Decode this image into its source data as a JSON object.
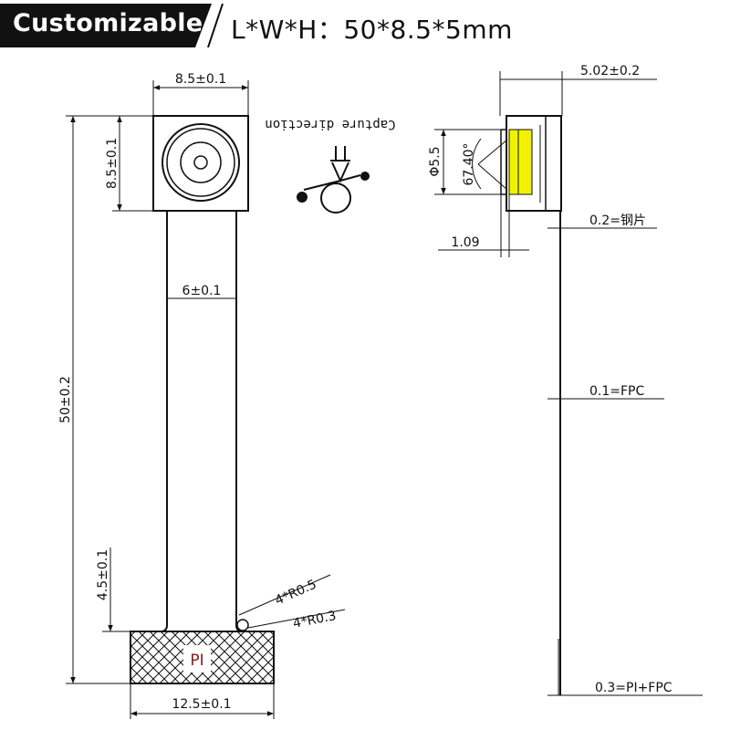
{
  "header": {
    "badge": "Customizable",
    "dimensions": "L*W*H：50*8.5*5mm"
  },
  "front_view": {
    "module_width": "8.5±0.1",
    "module_height": "8.5±0.1",
    "total_length": "50±0.2",
    "fpc_width": "6±0.1",
    "connector_height": "4.5±0.1",
    "connector_width": "12.5±0.1",
    "radius_outer": "4*R0.5",
    "radius_inner": "4*R0.3",
    "connector_material": "PI",
    "capture_direction": "Capture direction"
  },
  "side_view": {
    "thickness": "5.02±0.2",
    "lens_diameter": "Φ5.5",
    "fov_angle": "67.40°",
    "lens_offset": "1.09",
    "steel_plate": "0.2=钢片",
    "fpc": "0.1=FPC",
    "pi_fpc": "0.3=PI+FPC"
  },
  "colors": {
    "ink": "#111111",
    "badge_bg": "#111111",
    "lens_highlight": "#f2f200",
    "pi_label": "#8b1a1a"
  }
}
